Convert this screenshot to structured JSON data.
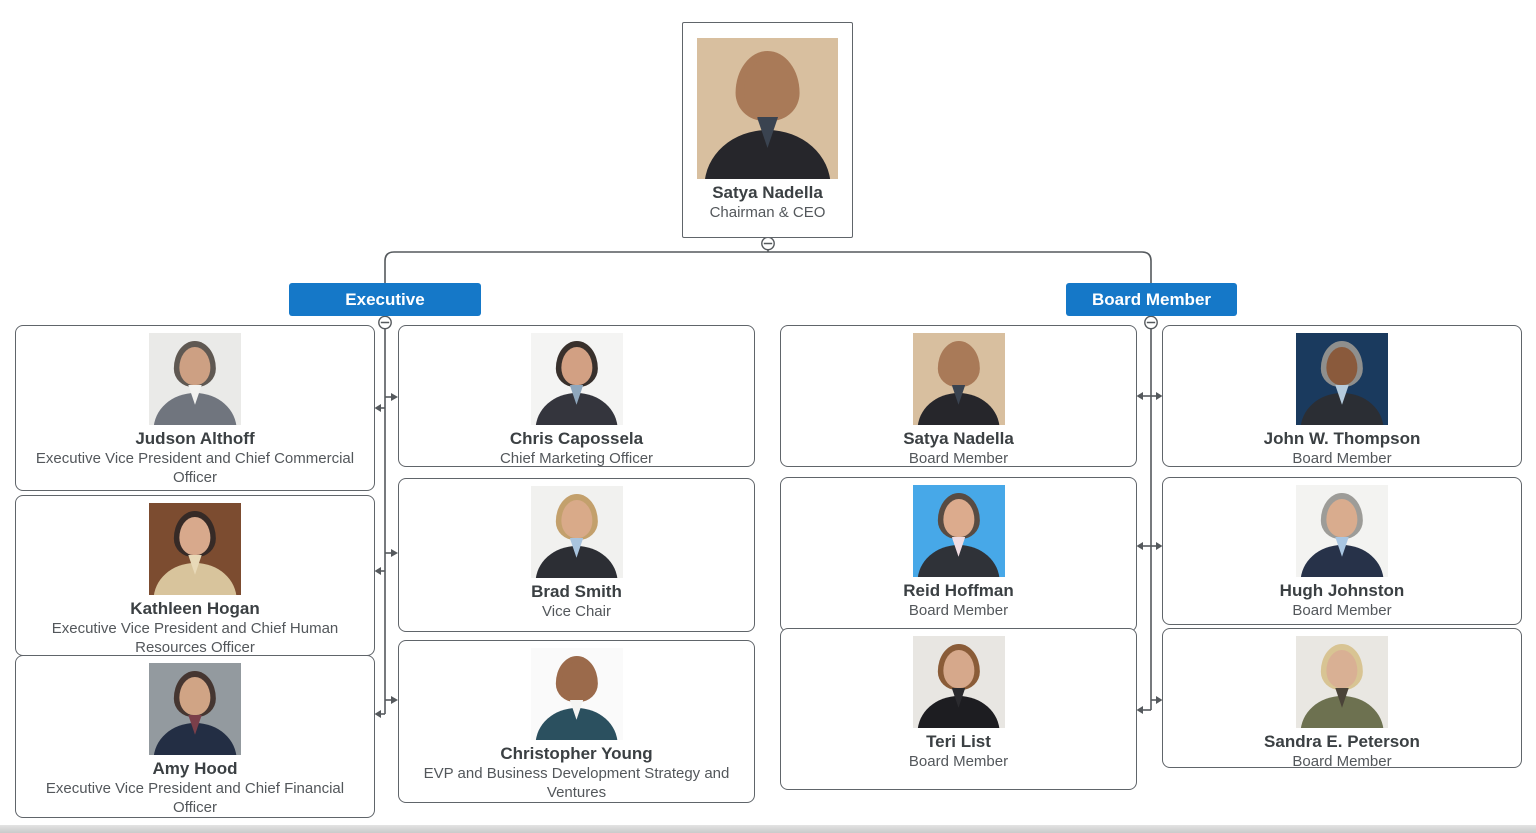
{
  "colors": {
    "accent": "#1578c8",
    "connector": "#55595d",
    "card_border": "#60656a",
    "name_text": "#3b4043",
    "title_text": "#53575b"
  },
  "icons": {
    "collapse_icon": "−"
  },
  "groups": [
    {
      "label": "Executive"
    },
    {
      "label": "Board Member"
    }
  ],
  "people": [
    {
      "name": "Satya Nadella",
      "title": "Chairman & CEO",
      "photo": {
        "bg": "#d8bf9f",
        "skin": "#a97a58",
        "hair": "#a97a58",
        "coat": "#26262b",
        "shirt": "#3a4350"
      }
    },
    {
      "name": "Judson Althoff",
      "title": "Executive Vice President and Chief Commercial Officer",
      "photo": {
        "bg": "#eaeae8",
        "skin": "#cda083",
        "hair": "#5f5852",
        "coat": "#70757e",
        "shirt": "#f2f2f0"
      }
    },
    {
      "name": "Kathleen Hogan",
      "title": "Executive Vice President and Chief Human Resources Officer",
      "photo": {
        "bg": "#7c4c30",
        "skin": "#d8a98c",
        "hair": "#362a26",
        "coat": "#d8c49c",
        "shirt": "#e8d9b8"
      }
    },
    {
      "name": "Amy Hood",
      "title": "Executive Vice President and Chief Financial Officer",
      "photo": {
        "bg": "#939a9f",
        "skin": "#d0a485",
        "hair": "#453631",
        "coat": "#232e44",
        "shirt": "#7a3f4a"
      }
    },
    {
      "name": "Chris Capossela",
      "title": "Chief Marketing Officer",
      "photo": {
        "bg": "#f4f4f3",
        "skin": "#d2a083",
        "hair": "#38302c",
        "coat": "#34353d",
        "shirt": "#8fa7bd"
      }
    },
    {
      "name": "Brad Smith",
      "title": "Vice Chair",
      "photo": {
        "bg": "#f1f1ef",
        "skin": "#d9aa89",
        "hair": "#c3a06c",
        "coat": "#2c2e34",
        "shirt": "#a9c4de"
      }
    },
    {
      "name": "Christopher Young",
      "title": "EVP and Business Development Strategy and Ventures",
      "photo": {
        "bg": "#fafafa",
        "skin": "#9b6a4b",
        "hair": "#9b6a4b",
        "coat": "#2b505f",
        "shirt": "#f4f4f2"
      }
    },
    {
      "name": "Satya Nadella",
      "title": "Board Member",
      "photo": {
        "bg": "#d8bf9f",
        "skin": "#a97a58",
        "hair": "#a97a58",
        "coat": "#26262b",
        "shirt": "#3a4350"
      }
    },
    {
      "name": "Reid Hoffman",
      "title": "Board Member",
      "photo": {
        "bg": "#47a8e8",
        "skin": "#dcab8d",
        "hair": "#584b42",
        "coat": "#2f3238",
        "shirt": "#f0dce2"
      }
    },
    {
      "name": "Teri List",
      "title": "Board Member",
      "photo": {
        "bg": "#e8e6e2",
        "skin": "#d6a88b",
        "hair": "#8a5c38",
        "coat": "#1d1d21",
        "shirt": "#2a2a2e"
      }
    },
    {
      "name": "John W. Thompson",
      "title": "Board Member",
      "photo": {
        "bg": "#1a3a5e",
        "skin": "#8a5a3c",
        "hair": "#8f8f8d",
        "coat": "#2b2e34",
        "shirt": "#b6cbdc"
      }
    },
    {
      "name": "Hugh Johnston",
      "title": "Board Member",
      "photo": {
        "bg": "#f3f3f1",
        "skin": "#d9ac8e",
        "hair": "#9d9c98",
        "coat": "#273249",
        "shirt": "#a9c6e2"
      }
    },
    {
      "name": "Sandra E. Peterson",
      "title": "Board Member",
      "photo": {
        "bg": "#e9e7e2",
        "skin": "#d9b094",
        "hair": "#d8c493",
        "coat": "#6d7150",
        "shirt": "#4a4338"
      }
    }
  ]
}
